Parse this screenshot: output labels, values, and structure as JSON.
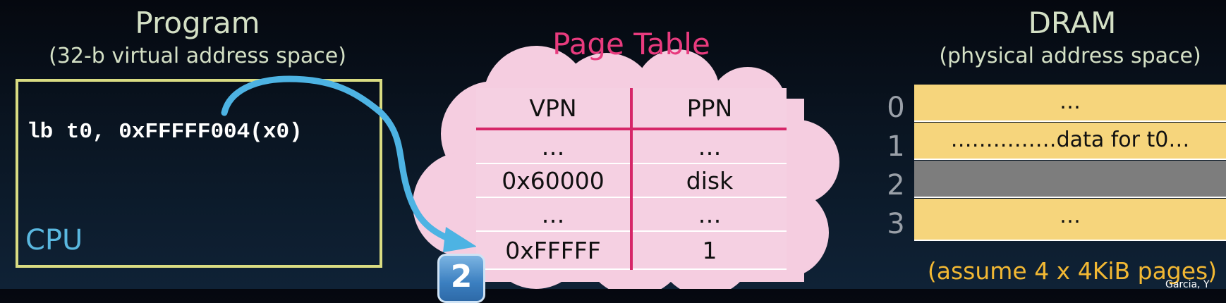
{
  "program": {
    "title": "Program",
    "subtitle": "(32-b virtual address space)",
    "instruction": "lb t0, 0xFFFFF004(x0)",
    "cpu_label": "CPU"
  },
  "page_table": {
    "title": "Page Table",
    "headers": [
      "VPN",
      "PPN"
    ],
    "rows": [
      [
        "…",
        "…"
      ],
      [
        "0x60000",
        "disk"
      ],
      [
        "…",
        "…"
      ],
      [
        "0xFFFFF",
        "1"
      ]
    ]
  },
  "dram": {
    "title": "DRAM",
    "subtitle": "(physical address space)",
    "rows": [
      {
        "index": "0",
        "content": "…"
      },
      {
        "index": "1",
        "content": "……………data for t0…"
      },
      {
        "index": "2",
        "content": ""
      },
      {
        "index": "3",
        "content": "…"
      }
    ],
    "note": "(assume 4 x 4KiB pages)"
  },
  "step_badge": "2",
  "corner_text": "Garcia, Y",
  "colors": {
    "program_border": "#d9dc82",
    "cpu_label": "#5ab8e0",
    "page_table_title": "#e83b7e",
    "page_table_lines": "#d62668",
    "page_table_fill": "#f5d0e2",
    "dram_fill": "#f6d57c",
    "dram_gray": "#7d7d7d",
    "arrow": "#4db3e3",
    "note": "#f2b833"
  }
}
